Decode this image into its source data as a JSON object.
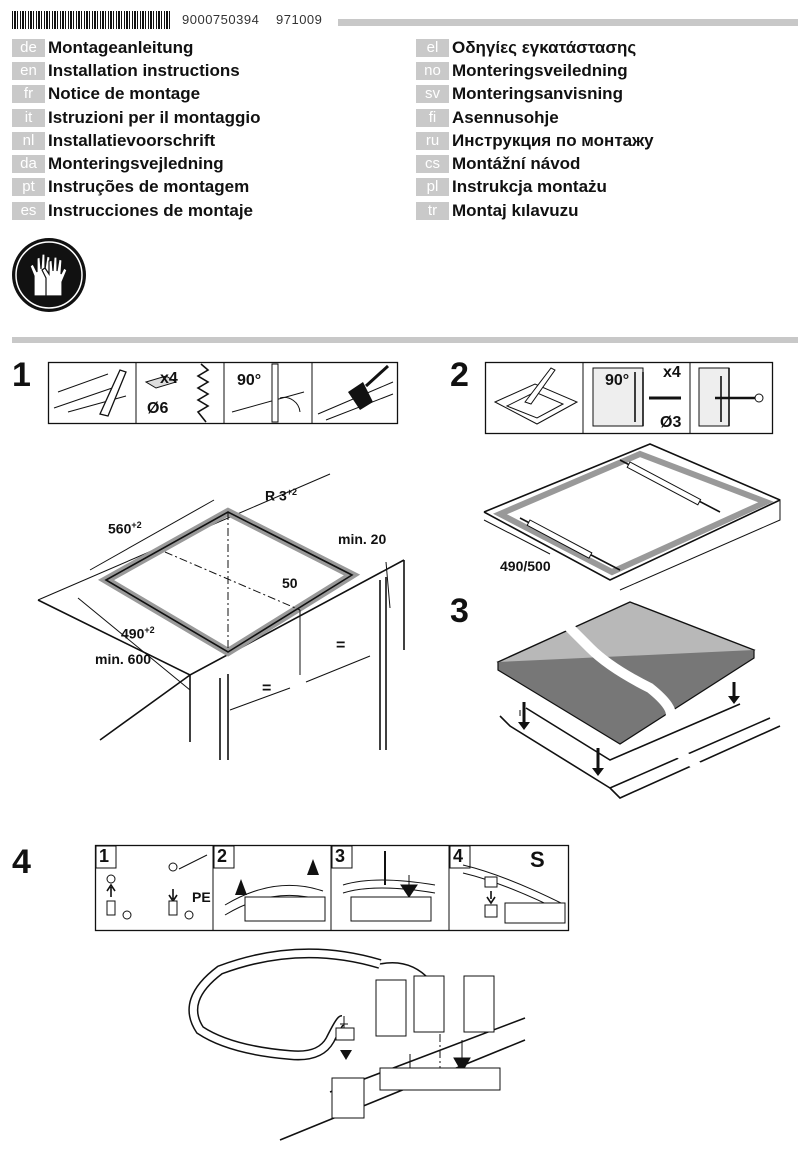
{
  "header": {
    "doc_number": "9000750394",
    "doc_date": "971009"
  },
  "languages_left": [
    {
      "code": "de",
      "title": "Montageanleitung"
    },
    {
      "code": "en",
      "title": "Installation instructions"
    },
    {
      "code": "fr",
      "title": "Notice de montage"
    },
    {
      "code": "it",
      "title": "Istruzioni per il montaggio"
    },
    {
      "code": "nl",
      "title": "Installatievoorschrift"
    },
    {
      "code": "da",
      "title": "Monteringsvejledning"
    },
    {
      "code": "pt",
      "title": "Instruções de montagem"
    },
    {
      "code": "es",
      "title": "Instrucciones de montaje"
    }
  ],
  "languages_right": [
    {
      "code": "el",
      "title": "Οδηγίες εγκατάστασης"
    },
    {
      "code": "no",
      "title": "Monteringsveiledning"
    },
    {
      "code": "sv",
      "title": "Monteringsanvisning"
    },
    {
      "code": "fi",
      "title": "Asennusohje"
    },
    {
      "code": "ru",
      "title": "Инструкция по монтажу"
    },
    {
      "code": "cs",
      "title": "Montážní návod"
    },
    {
      "code": "pl",
      "title": "Instrukcja montażu"
    },
    {
      "code": "tr",
      "title": "Montaj kılavuzu"
    }
  ],
  "steps": {
    "s1": "1",
    "s2": "2",
    "s3": "3",
    "s4": "4"
  },
  "step1": {
    "tool_x4": "x4",
    "tool_drill": "Ø6",
    "tool_angle": "90°",
    "dim_width": "560",
    "dim_width_tol": "+2",
    "dim_radius": "R 3",
    "dim_radius_tol": "+2",
    "dim_min20": "min. 20",
    "dim_50": "50",
    "dim_depth": "490",
    "dim_depth_tol": "+2",
    "dim_min600": "min. 600",
    "equal": "="
  },
  "step2": {
    "tool_angle": "90°",
    "tool_x4": "x4",
    "tool_drill": "Ø3",
    "dim_bracket": "490/500",
    "equal": "="
  },
  "step4": {
    "sub1": "1",
    "sub2": "2",
    "sub3": "3",
    "sub4": "4",
    "pe_label": "PE",
    "s_label": "S"
  }
}
